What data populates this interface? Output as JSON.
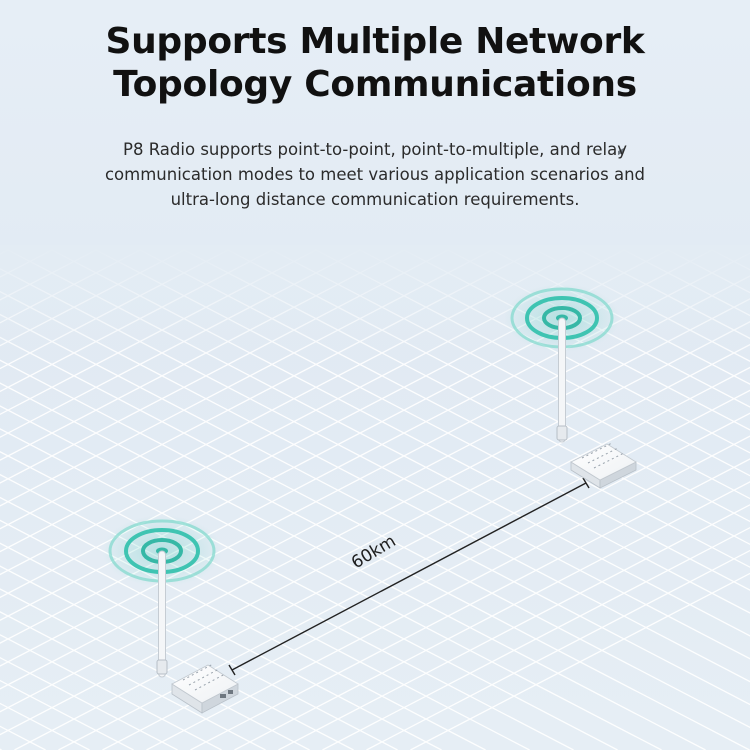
{
  "headline": {
    "line1": "Supports Multiple Network",
    "line2": "Topology Communications"
  },
  "description": "P8 Radio supports point-to-point, point-to-multiple, and relay communication modes to meet various application scenarios and ultra-long distance communication requirements.",
  "link": {
    "distance_label": "60km"
  },
  "icons": {
    "radio": "radio-module-icon",
    "antenna": "antenna-icon",
    "signal": "signal-waves-icon"
  },
  "colors": {
    "background": "#e3ecf4",
    "grid": "#ffffff",
    "signal": "#3fc4b2",
    "device": "#f6f8fa",
    "text": "#111111"
  }
}
